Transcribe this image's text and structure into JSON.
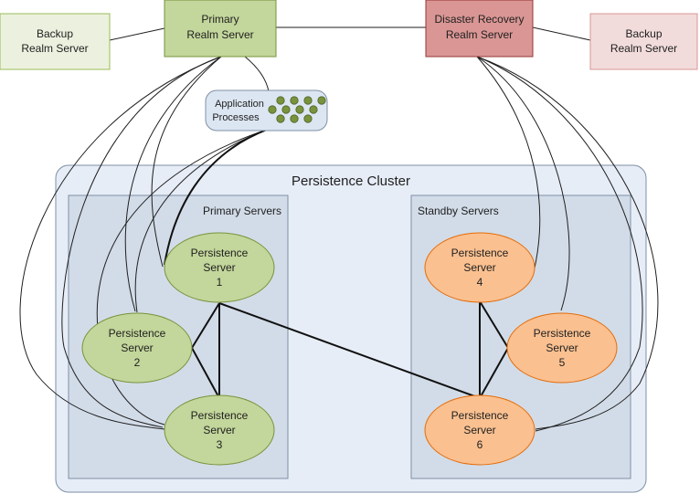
{
  "servers": {
    "backup_left": {
      "lines": [
        "Backup",
        "Realm Server"
      ]
    },
    "primary": {
      "lines": [
        "Primary",
        "Realm Server"
      ]
    },
    "dr": {
      "lines": [
        "Disaster Recovery",
        "Realm Server"
      ]
    },
    "backup_right": {
      "lines": [
        "Backup",
        "Realm Server"
      ]
    }
  },
  "app_processes": {
    "lines": [
      "Application",
      "Processes"
    ],
    "dot_count": 11
  },
  "cluster": {
    "title": "Persistence Cluster",
    "primary_group": "Primary Servers",
    "standby_group": "Standby Servers"
  },
  "persistence_servers": [
    {
      "id": 1,
      "lines": [
        "Persistence",
        "Server",
        "1"
      ],
      "group": "primary"
    },
    {
      "id": 2,
      "lines": [
        "Persistence",
        "Server",
        "2"
      ],
      "group": "primary"
    },
    {
      "id": 3,
      "lines": [
        "Persistence",
        "Server",
        "3"
      ],
      "group": "primary"
    },
    {
      "id": 4,
      "lines": [
        "Persistence",
        "Server",
        "4"
      ],
      "group": "standby"
    },
    {
      "id": 5,
      "lines": [
        "Persistence",
        "Server",
        "5"
      ],
      "group": "standby"
    },
    {
      "id": 6,
      "lines": [
        "Persistence",
        "Server",
        "6"
      ],
      "group": "standby"
    }
  ],
  "colors": {
    "backup_fill": "#ebf1de",
    "primary_fill": "#c3d69b",
    "dr_fill": "#d99694",
    "backup_right_fill": "#f2dcdb",
    "green_node": "#c3d69b",
    "orange_node": "#fac090",
    "cluster_fill": "#e6edf7",
    "group_fill": "#d2dce8",
    "app_fill": "#dce6f2",
    "dot_fill": "#77933c"
  }
}
